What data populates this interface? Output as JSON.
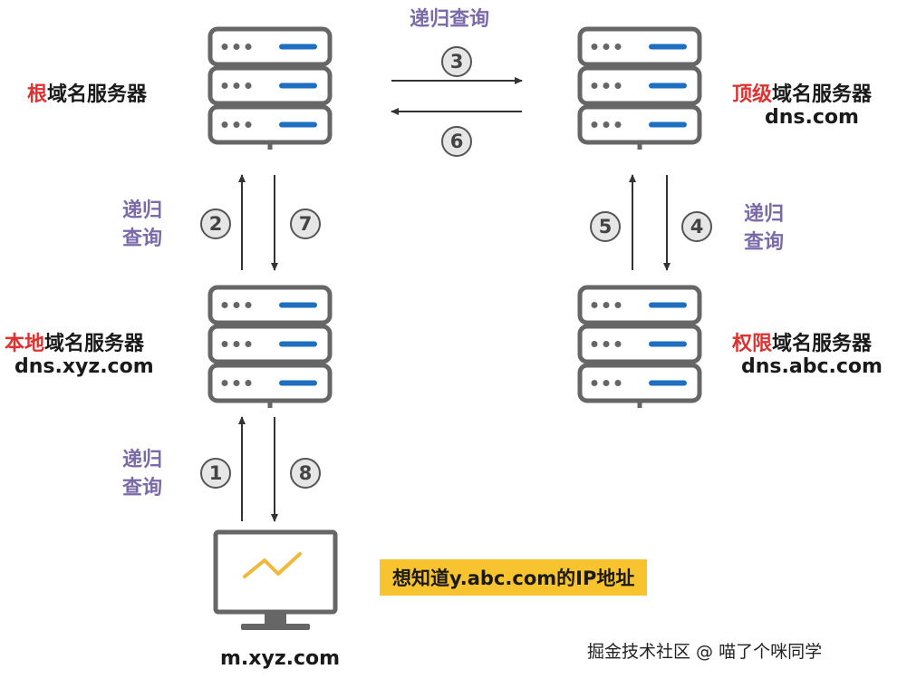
{
  "servers": {
    "root": {
      "highlight": "根",
      "rest": "域名服务器",
      "domain": ""
    },
    "tld": {
      "highlight": "顶级",
      "rest": "域名服务器",
      "domain": "dns.com"
    },
    "local": {
      "highlight": "本地",
      "rest": "域名服务器",
      "domain": "dns.xyz.com"
    },
    "auth": {
      "highlight": "权限",
      "rest": "域名服务器",
      "domain": "dns.abc.com"
    }
  },
  "client": {
    "domain": "m.xyz.com"
  },
  "query_label_top": "递归查询",
  "query_label_line1": "递归",
  "query_label_line2": "查询",
  "steps": [
    "1",
    "2",
    "3",
    "4",
    "5",
    "6",
    "7",
    "8"
  ],
  "step_glyphs": [
    "①",
    "②",
    "③",
    "④",
    "⑤",
    "⑥",
    "⑦",
    "⑧"
  ],
  "callout": "想知道y.abc.com的IP地址",
  "watermark": "掘金技术社区 @ 喵了个咪同学",
  "colors": {
    "highlight": "#e03131",
    "query_text": "#7b6aa8",
    "server_outline": "#666666",
    "server_bar": "#1f6fc1",
    "monitor_line": "#f0b83c",
    "callout_bg": "#f7c32e"
  }
}
